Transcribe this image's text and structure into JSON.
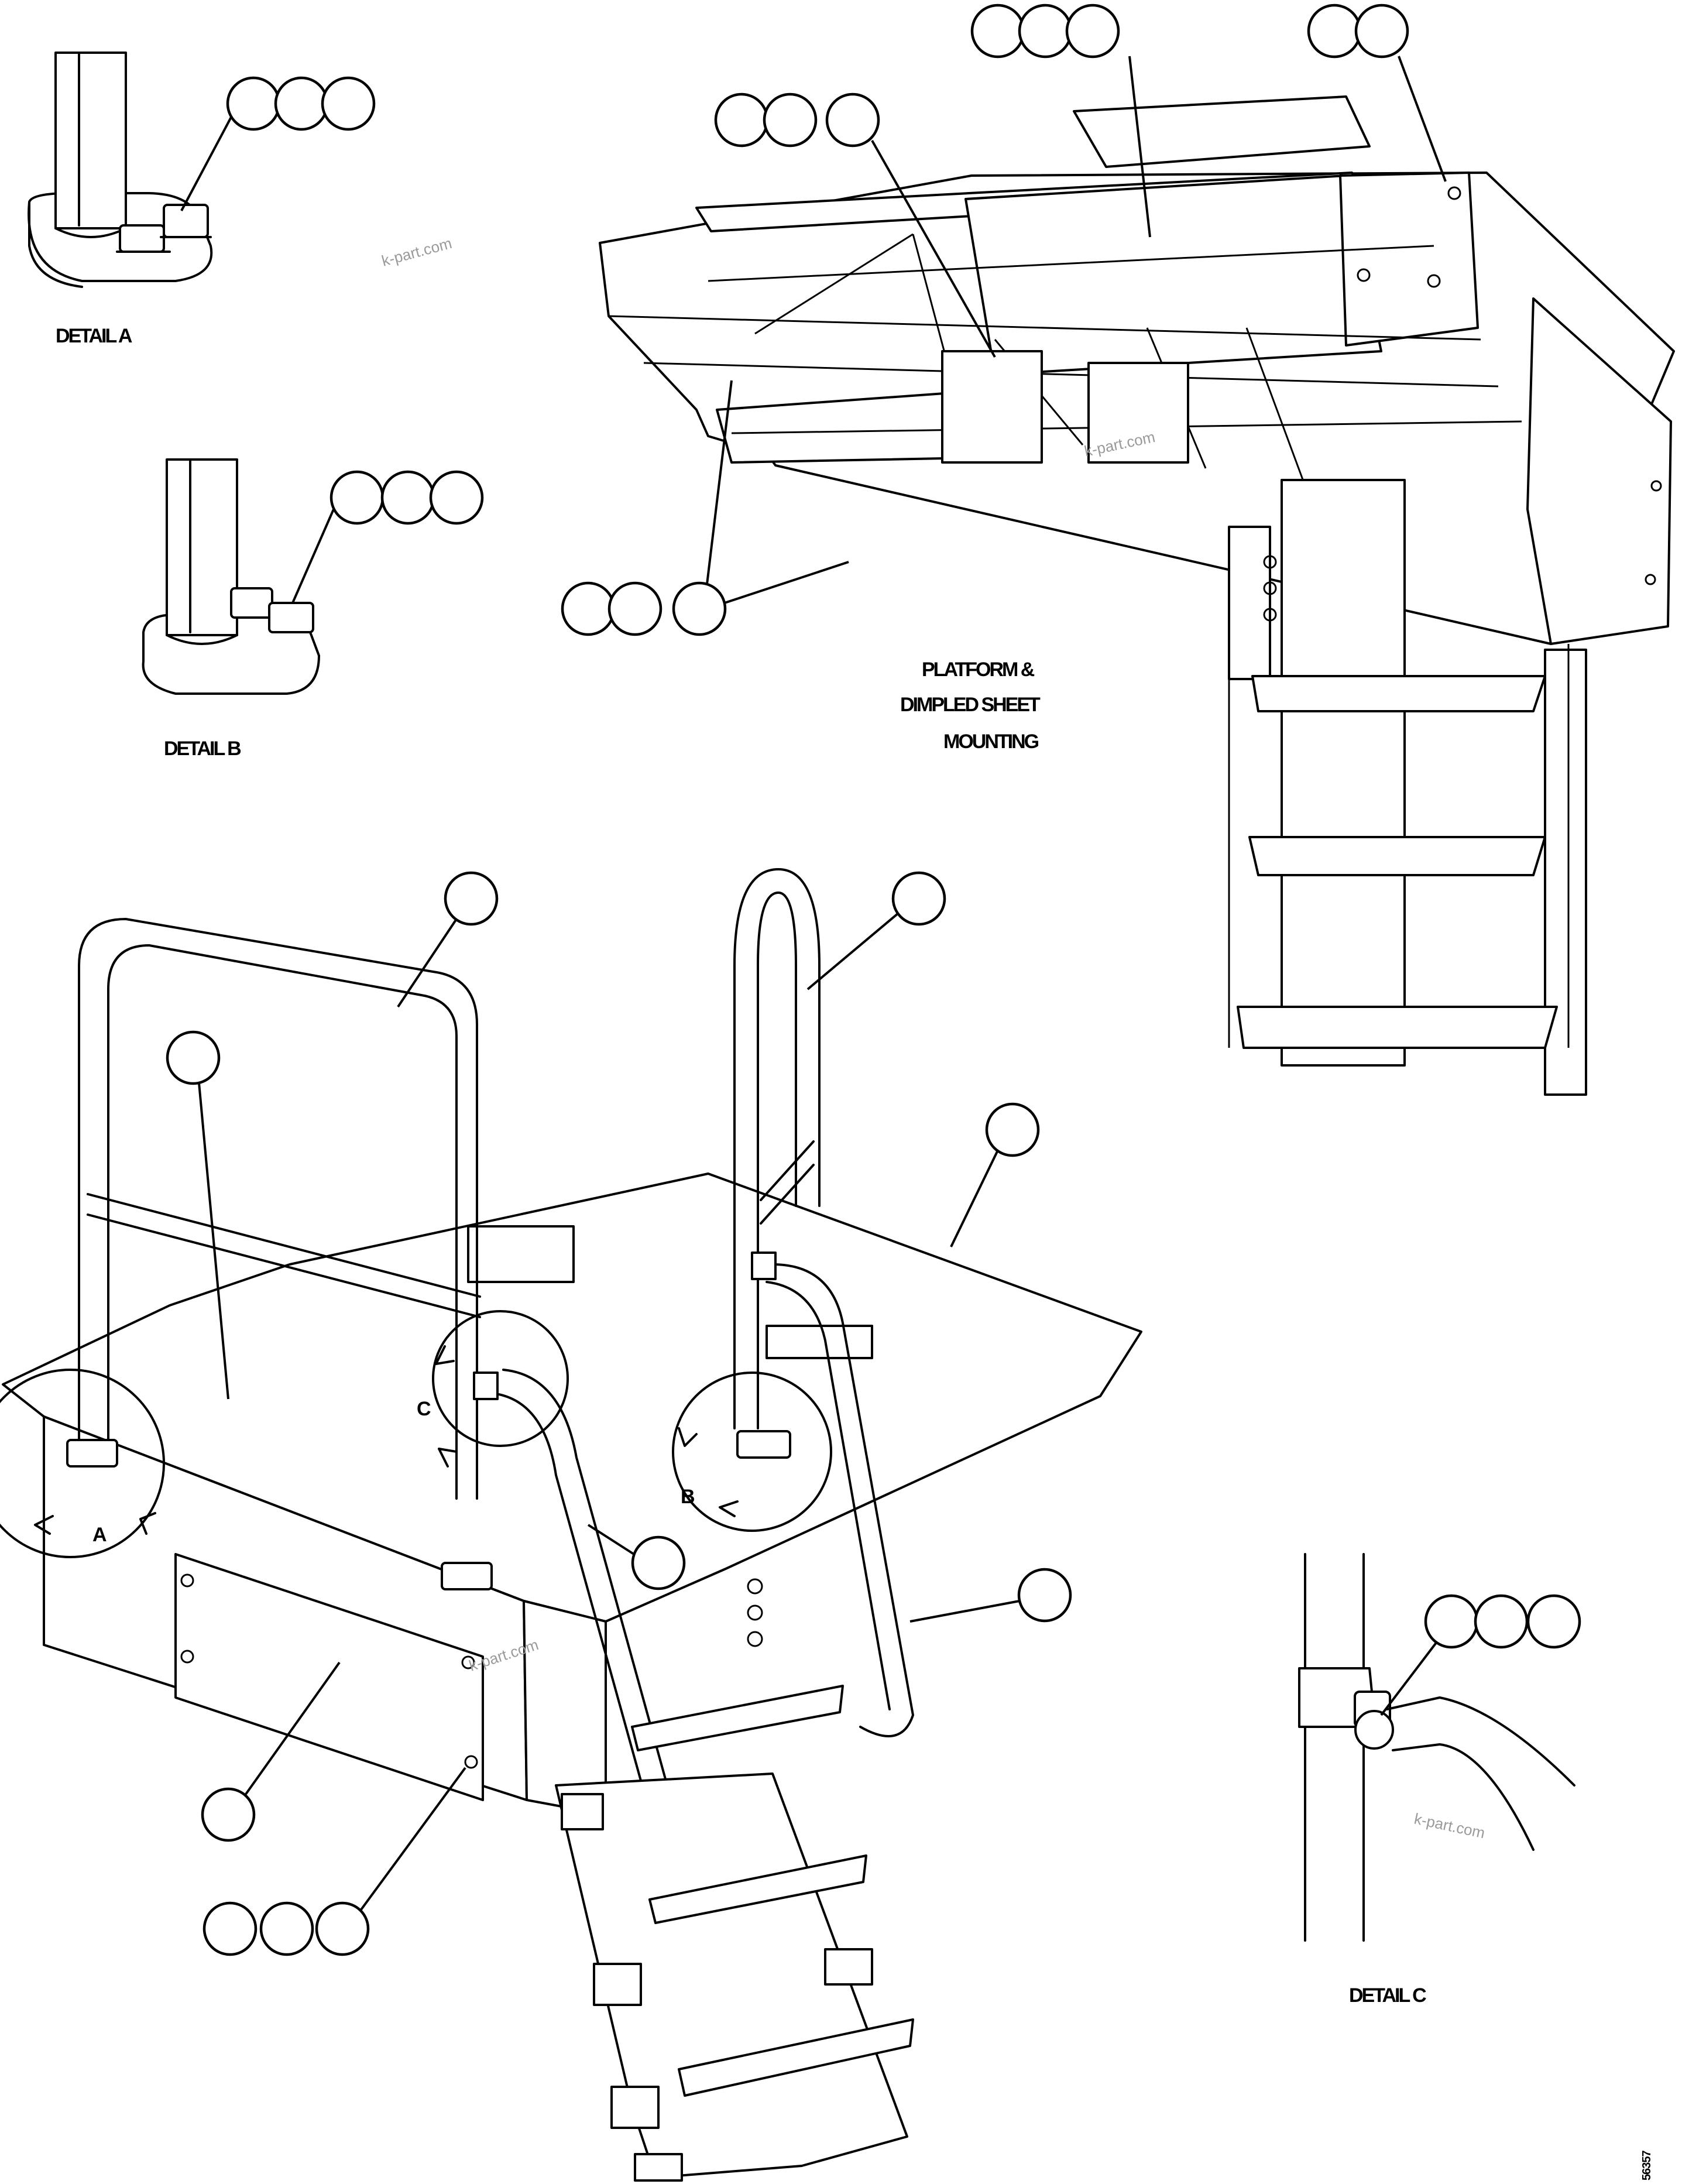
{
  "labels": {
    "detail_a": "DETAIL A",
    "detail_b": "DETAIL B",
    "detail_c": "DETAIL C",
    "platform_line1": "PLATFORM &",
    "platform_line2": "DIMPLED SHEET",
    "platform_line3": "MOUNTING",
    "view_a": "A",
    "view_b": "B",
    "view_c": "C",
    "drawing_number": "56357"
  },
  "watermarks": [
    "k-part.com",
    "k-part.com",
    "k-part.com",
    "k-part.com"
  ]
}
